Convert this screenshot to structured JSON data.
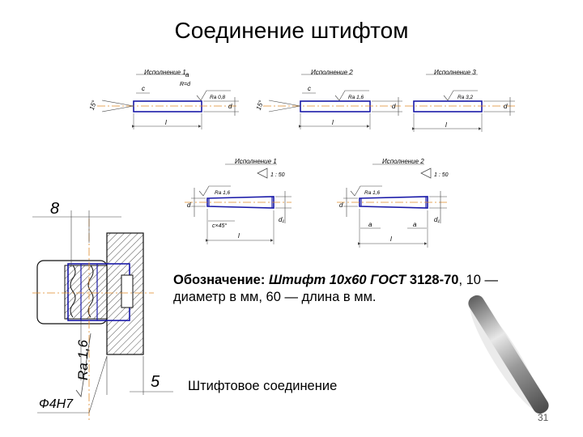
{
  "slide": {
    "title": "Соединение штифтом",
    "designation": {
      "label": "Обозначение:",
      "name": "Штифт 10x60 ГОСТ",
      "code": "3128-70",
      "rest": ", 10 — диаметр в мм,  60 — длина  в мм."
    },
    "subtitle": "Штифтовое соединение",
    "page_number": "31"
  },
  "drawings": {
    "v1_top": "Исполнение 1",
    "v2_top": "Исполнение 2",
    "v3_top": "Исполнение 3",
    "v1_bottom": "Исполнение 1",
    "v2_bottom": "Исполнение 2",
    "c": "c",
    "a": "a",
    "r": "R=d",
    "ra08": "Ra 0,8",
    "ra16": "Ra 1,6",
    "ra32": "Ra 3,2",
    "l": "l",
    "d": "d",
    "d1": "d₁",
    "angle": "15°",
    "taper": "1 : 50",
    "chamfer": "c×45°",
    "assembly": {
      "dim8": "8",
      "dim5": "5",
      "ra": "Ra 1,6",
      "fit": "Ф4Н7"
    }
  },
  "colors": {
    "outline": "#1a1aa8",
    "axis": "#e08a2a",
    "dim": "#444444"
  }
}
